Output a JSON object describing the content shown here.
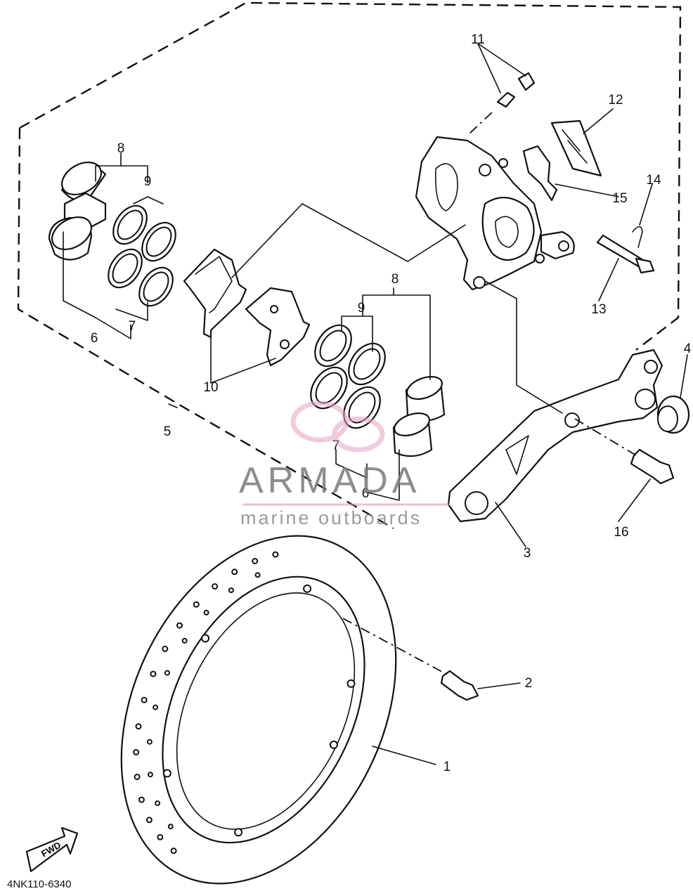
{
  "diagram": {
    "reference_code": "4NK110-6340",
    "fwd_label": "FWD",
    "callouts": [
      "1",
      "2",
      "3",
      "4",
      "5",
      "6",
      "7",
      "8",
      "9",
      "10",
      "11",
      "12",
      "13",
      "14",
      "15",
      "16"
    ],
    "callouts_left_group": {
      "six": "6",
      "seven": "7",
      "eight": "8",
      "nine": "9"
    },
    "callouts_center_group": {
      "six": "6",
      "seven": "7",
      "eight": "8",
      "nine": "9"
    }
  },
  "watermark": {
    "name": "ARMADA",
    "tagline": "marine outboards",
    "accent_color": "#e8a0c4",
    "line_color": "#d98bb3"
  },
  "colors": {
    "line": "#111111",
    "background": "#ffffff"
  }
}
